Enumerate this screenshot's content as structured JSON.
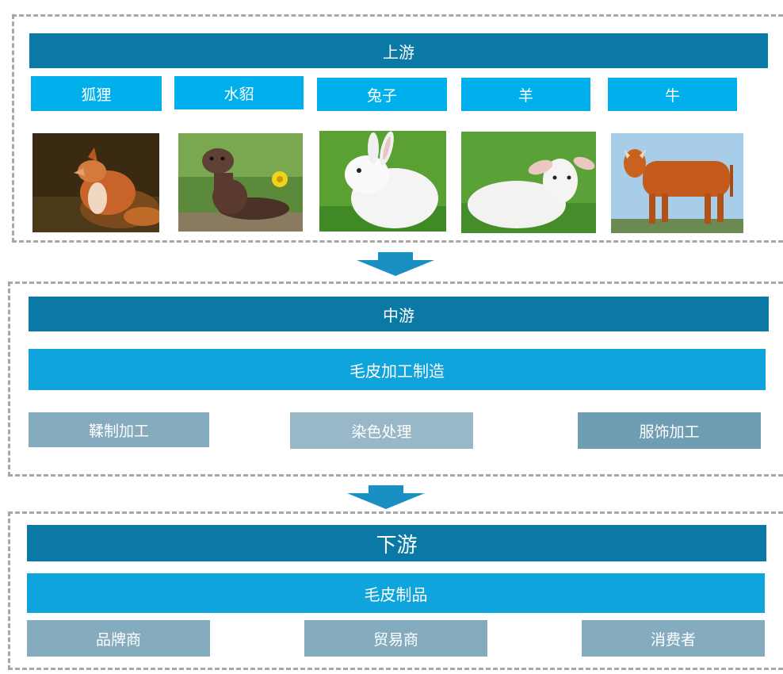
{
  "upstream": {
    "title": "上游",
    "animals": [
      {
        "label": "狐狸",
        "icon": "fox-photo"
      },
      {
        "label": "水貂",
        "icon": "mink-photo"
      },
      {
        "label": "兔子",
        "icon": "rabbit-photo"
      },
      {
        "label": "羊",
        "icon": "sheep-photo"
      },
      {
        "label": "牛",
        "icon": "cow-photo"
      }
    ]
  },
  "midstream": {
    "title": "中游",
    "process": "毛皮加工制造",
    "steps": [
      "鞣制加工",
      "染色处理",
      "服饰加工"
    ]
  },
  "downstream": {
    "title": "下游",
    "product": "毛皮制品",
    "channels": [
      "品牌商",
      "贸易商",
      "消费者"
    ]
  },
  "colors": {
    "header": "#0a79a5",
    "highlight": "#00b0ec",
    "step": "#85abbe",
    "arrow": "#1a8fc4"
  }
}
